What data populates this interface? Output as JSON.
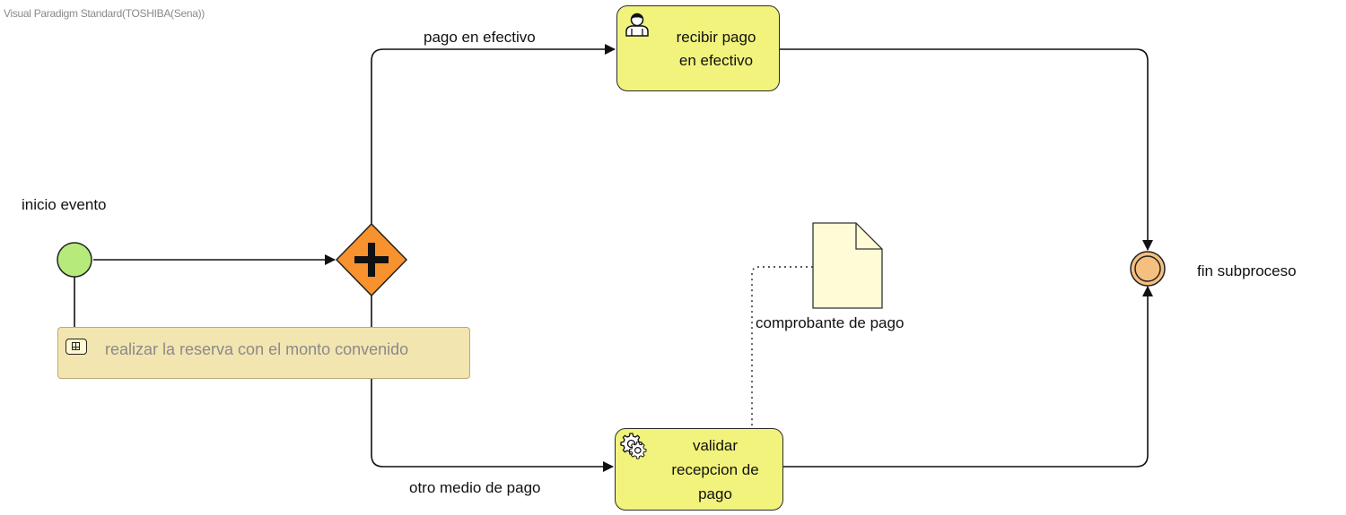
{
  "watermark": "Visual Paradigm Standard(TOSHIBA(Sena))",
  "events": {
    "start_label": "inicio evento",
    "end_label": "fin subproceso"
  },
  "flows": {
    "top_label": "pago en efectivo",
    "bottom_label": "otro medio de pago"
  },
  "tasks": {
    "cash": {
      "line1": "recibir pago",
      "line2": "en efectivo",
      "icon": "user-icon"
    },
    "validate": {
      "line1": "validar",
      "line2": "recepcion de",
      "line3": "pago",
      "icon": "gear-icon"
    }
  },
  "data_object": {
    "label": "comprobante de pago"
  },
  "annotation": {
    "text": "realizar la reserva con el monto convenido"
  },
  "colors": {
    "start_event": "#b6ea7a",
    "end_event": "#f5bf80",
    "gateway": "#f7922e",
    "task_fill": "#f1f37c",
    "annotation_fill": "#f3e5b0",
    "data_object_fill": "#fffbd6"
  }
}
